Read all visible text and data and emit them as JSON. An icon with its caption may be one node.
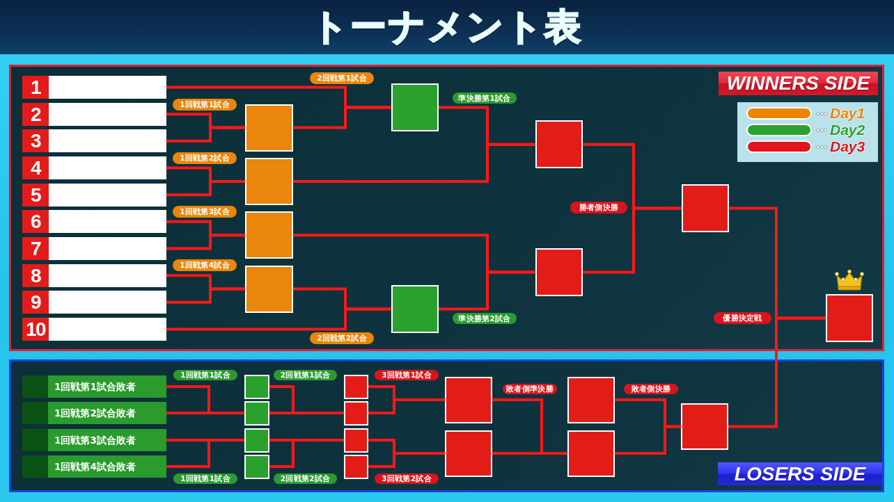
{
  "diagram": {
    "title": "トーナメント表",
    "nodes": [
      {
        "text": [
          "WINNERS SIDE"
        ]
      },
      {
        "text": [
          "1"
        ],
        "in": 0
      },
      {
        "text": [
          "2"
        ],
        "in": 0
      },
      {
        "text": [
          "3"
        ],
        "in": 0
      },
      {
        "text": [
          "4"
        ],
        "in": 0
      },
      {
        "text": [
          "5"
        ],
        "in": 0
      },
      {
        "text": [
          "6"
        ],
        "in": 0
      },
      {
        "text": [
          "7"
        ],
        "in": 0
      },
      {
        "text": [
          "8"
        ],
        "in": 0
      },
      {
        "text": [
          "9"
        ],
        "in": 0
      },
      {
        "text": [
          "10"
        ],
        "in": 0
      },
      {
        "text": [],
        "shape": "box",
        "in": 0
      },
      {
        "text": [],
        "shape": "box",
        "in": 0
      },
      {
        "text": [],
        "shape": "box",
        "in": 0
      },
      {
        "text": [],
        "shape": "box",
        "in": 0
      },
      {
        "text": [],
        "shape": "box",
        "in": 0
      },
      {
        "text": [],
        "shape": "box",
        "in": 0
      },
      {
        "text": [],
        "shape": "box",
        "in": 0
      },
      {
        "text": [],
        "shape": "box",
        "in": 0
      },
      {
        "text": [],
        "shape": "box",
        "in": 0
      },
      {
        "text": [],
        "shape": "box",
        "in": 0
      },
      {
        "text": [
          "LOSERS SIDE"
        ]
      },
      {
        "text": [
          "1回戦第1試合敗者"
        ],
        "in": 21
      },
      {
        "text": [
          "1回戦第2試合敗者"
        ],
        "in": 21
      },
      {
        "text": [
          "1回戦第3試合敗者"
        ],
        "in": 21
      },
      {
        "text": [
          "1回戦第4試合敗者"
        ],
        "in": 21
      },
      {
        "text": [],
        "shape": "box",
        "in": 21
      },
      {
        "text": [],
        "shape": "box",
        "in": 21
      },
      {
        "text": [],
        "shape": "box",
        "in": 21
      },
      {
        "text": [],
        "shape": "box",
        "in": 21
      },
      {
        "text": [],
        "shape": "box",
        "in": 21
      },
      {
        "text": [],
        "shape": "box",
        "in": 21
      },
      {
        "text": [],
        "shape": "box",
        "in": 21
      },
      {
        "text": [],
        "shape": "box",
        "in": 21
      },
      {
        "text": [],
        "shape": "box",
        "in": 21
      },
      {
        "text": [],
        "shape": "box",
        "in": 21
      },
      {
        "text": [],
        "shape": "box",
        "in": 21
      },
      {
        "text": [],
        "shape": "box",
        "in": 21
      },
      {
        "text": [],
        "shape": "box",
        "in": 21
      }
    ],
    "edges": [
      {
        "from": 2,
        "to": 11,
        "arrow": "none"
      },
      {
        "from": 3,
        "to": 11,
        "arrow": "none"
      },
      {
        "from": 4,
        "to": 12,
        "arrow": "none"
      },
      {
        "from": 5,
        "to": 12,
        "arrow": "none"
      },
      {
        "from": 6,
        "to": 13,
        "arrow": "none"
      },
      {
        "from": 7,
        "to": 13,
        "arrow": "none"
      },
      {
        "from": 8,
        "to": 14,
        "arrow": "none"
      },
      {
        "from": 9,
        "to": 14,
        "arrow": "none"
      },
      {
        "from": 1,
        "to": 15,
        "arrow": "none"
      },
      {
        "from": 11,
        "to": 15,
        "arrow": "none"
      },
      {
        "from": 14,
        "to": 16,
        "arrow": "none"
      },
      {
        "from": 10,
        "to": 16,
        "arrow": "none"
      },
      {
        "from": 15,
        "to": 17,
        "arrow": "none"
      },
      {
        "from": 12,
        "to": 17,
        "arrow": "none"
      },
      {
        "from": 13,
        "to": 18,
        "arrow": "none"
      },
      {
        "from": 16,
        "to": 18,
        "arrow": "none"
      },
      {
        "from": 17,
        "to": 19,
        "arrow": "none"
      },
      {
        "from": 18,
        "to": 19,
        "arrow": "none"
      },
      {
        "from": 19,
        "to": 20,
        "arrow": "none"
      },
      {
        "from": 38,
        "to": 20,
        "arrow": "none"
      },
      {
        "from": 22,
        "to": 27,
        "arrow": "none"
      },
      {
        "from": 23,
        "to": 27,
        "arrow": "none"
      },
      {
        "from": 24,
        "to": 28,
        "arrow": "none"
      },
      {
        "from": 25,
        "to": 28,
        "arrow": "none"
      },
      {
        "from": 26,
        "to": 31,
        "arrow": "none"
      },
      {
        "from": 27,
        "to": 31,
        "arrow": "none"
      },
      {
        "from": 28,
        "to": 32,
        "arrow": "none"
      },
      {
        "from": 29,
        "to": 32,
        "arrow": "none"
      },
      {
        "from": 30,
        "to": 34,
        "arrow": "none"
      },
      {
        "from": 31,
        "to": 34,
        "arrow": "none"
      },
      {
        "from": 32,
        "to": 35,
        "arrow": "none"
      },
      {
        "from": 33,
        "to": 35,
        "arrow": "none"
      },
      {
        "from": 34,
        "to": 37,
        "arrow": "none"
      },
      {
        "from": 35,
        "to": 37,
        "arrow": "none"
      },
      {
        "from": 36,
        "to": 38,
        "arrow": "none"
      },
      {
        "from": 37,
        "to": 38,
        "arrow": "none"
      }
    ],
    "labels": [
      "2回戦第1試合",
      "準決勝第1試合",
      "1回戦第1試合",
      "1回戦第2試合",
      "勝者側決勝",
      "1回戦第3試合",
      "1回戦第4試合",
      "準決勝第2試合",
      "優勝決定戦",
      "2回戦第2試合",
      "1回戦第1試合",
      "2回戦第1試合",
      "3回戦第1試合",
      "敗者側準決勝",
      "敗者側決勝",
      "1回戦第1試合",
      "2回戦第2試合",
      "3回戦第2試合"
    ],
    "legend": [
      {
        "text": "Day1",
        "color": "#ee8500"
      },
      {
        "text": "Day2",
        "color": "#2ba12f"
      },
      {
        "text": "Day3",
        "color": "#e3141c"
      }
    ]
  }
}
